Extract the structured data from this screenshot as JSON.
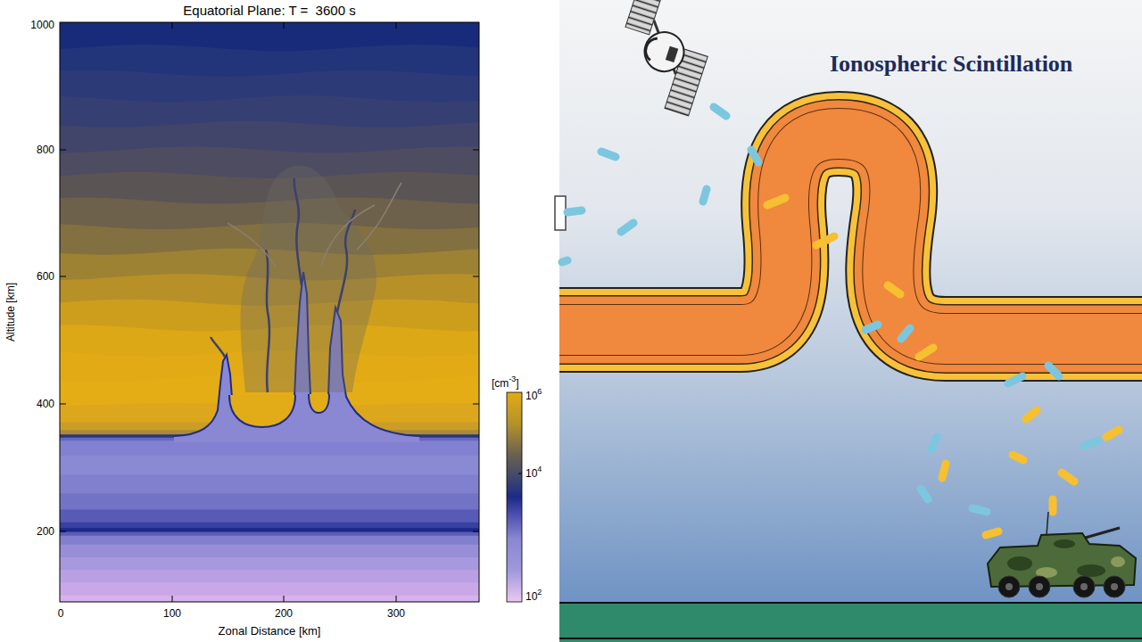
{
  "diagram": {
    "labels": [
      "Equatorial Plane: T =  3600 s",
      "1000",
      "800",
      "600",
      "400",
      "200",
      "Altitude [km]",
      "0",
      "100",
      "200",
      "300",
      "Zonal Distance [km]",
      "[cm",
      "-3",
      "]",
      "10",
      "6",
      "10",
      "4",
      "10",
      "2",
      "Ionospheric Scintillation"
    ]
  }
}
